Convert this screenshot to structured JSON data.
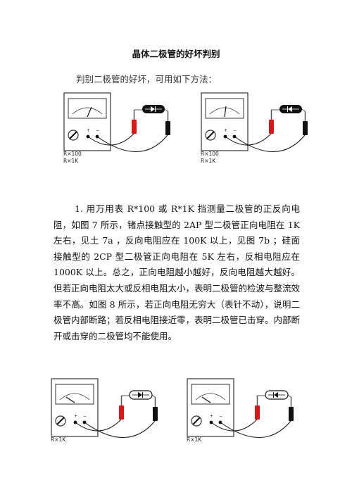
{
  "title": "晶体二极管的好坏判别",
  "intro": "判别二极管的好坏，可用如下方法：",
  "paragraph": "1.  用万用表 R*100 或 R*1K 挡测量二极管的正反向电阻，如图 7 所示，锗点接触型的 2AP 型二极管正向电阻在 1K 左右，见土 7a ，反向电阻应在 100K 以上，见图 7b ；硅面接触型的 2CP 型二极管正向电阻在 5K 左右，反相电阻应在 1000K 以上。总之，正向电阻越小越好，反向电阻越大越好。但若正向电阻太大或反相电阻太小，表明二极管的检波与整流效率不高。如图 8 所示，若正向电阻无穷大（表针不动），说明二极管内部断路；若反相电阻接近零，表明二极管已击穿。内部断开或击穿的二极管均不能使用。",
  "figures": {
    "fig7a": {
      "range1": "R×100",
      "range2": "R×1K",
      "plus": "+",
      "minus": "−"
    },
    "fig7b": {
      "range1": "R×100",
      "range2": "R×1K",
      "plus": "+",
      "minus": "−"
    },
    "fig8a": {
      "range1": "R×1K",
      "plus": "+",
      "minus": "−"
    },
    "fig8b": {
      "range1": "R×1K",
      "plus": "+",
      "minus": "−"
    }
  },
  "colors": {
    "red_probe": "#d81818",
    "black_probe": "#111111",
    "meter_frame": "#333333"
  }
}
